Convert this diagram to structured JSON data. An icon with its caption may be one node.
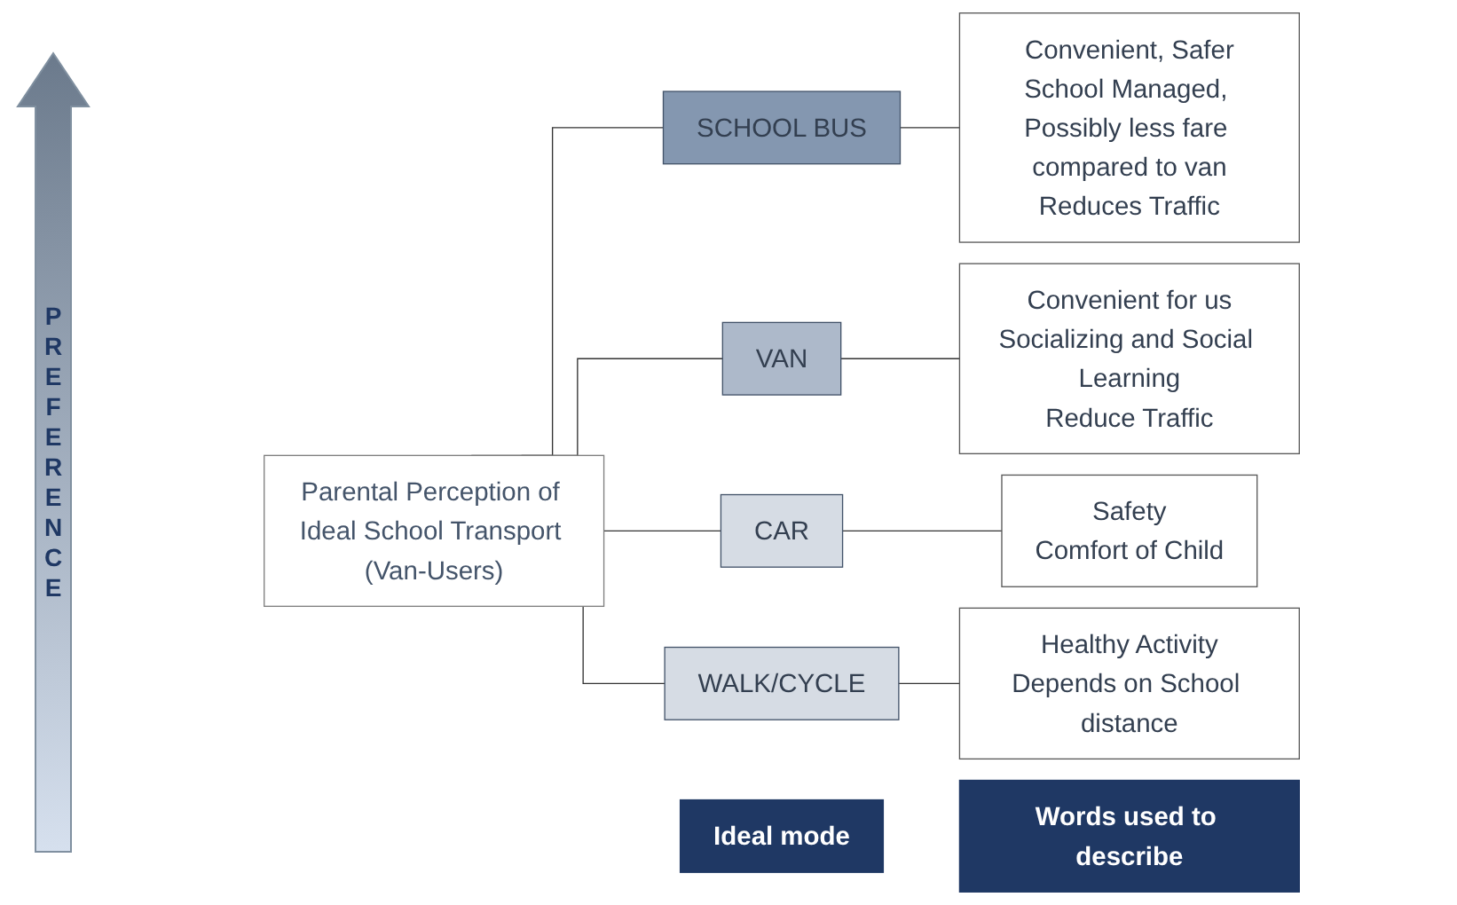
{
  "diagram": {
    "nodes": [
      {
        "text": [
          "Ideal mode"
        ]
      },
      {
        "text": [
          "Words used to describe"
        ]
      },
      {
        "text": [
          "Parental Perception of Ideal School Transport (Van-Users)"
        ]
      },
      {
        "text": [
          "SCHOOL BUS"
        ]
      },
      {
        "text": [
          "Convenient, Safer",
          "School Managed, Possibly less fare compared to van",
          "Reduces Traffic"
        ]
      },
      {
        "text": [
          "VAN"
        ]
      },
      {
        "text": [
          "Convenient for us",
          "Socializing and Social Learning",
          "Reduce Traffic"
        ]
      },
      {
        "text": [
          "CAR"
        ]
      },
      {
        "text": [
          "Safety",
          "Comfort of Child"
        ]
      },
      {
        "text": [
          "WALK/CYCLE"
        ]
      },
      {
        "text": [
          "Healthy Activity",
          "Depends on School distance"
        ]
      }
    ],
    "edges": [
      {
        "from": 2,
        "to": 3,
        "arrow": "none"
      },
      {
        "from": 2,
        "to": 5,
        "arrow": "none"
      },
      {
        "from": 2,
        "to": 7,
        "arrow": "none"
      },
      {
        "from": 2,
        "to": 9,
        "arrow": "none"
      },
      {
        "from": 3,
        "to": 4,
        "arrow": "none"
      },
      {
        "from": 5,
        "to": 6,
        "arrow": "none"
      },
      {
        "from": 7,
        "to": 8,
        "arrow": "none"
      },
      {
        "from": 9,
        "to": 10,
        "arrow": "none"
      }
    ],
    "labels": [
      "PREFERENCE"
    ]
  }
}
